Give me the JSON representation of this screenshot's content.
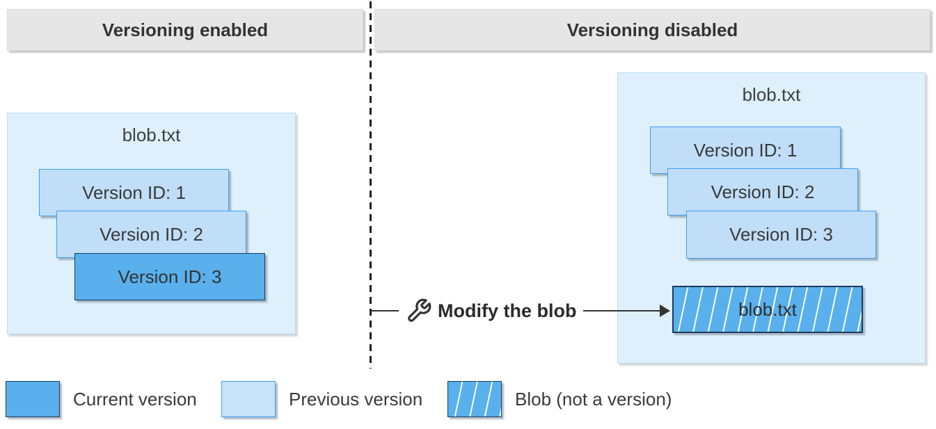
{
  "panels": {
    "left": {
      "header": "Versioning enabled",
      "container_title": "blob.txt",
      "versions": [
        {
          "label": "Version ID: 1",
          "type": "previous"
        },
        {
          "label": "Version ID: 2",
          "type": "previous"
        },
        {
          "label": "Version ID: 3",
          "type": "current"
        }
      ]
    },
    "right": {
      "header": "Versioning disabled",
      "container_title": "blob.txt",
      "versions": [
        {
          "label": "Version ID: 1",
          "type": "previous"
        },
        {
          "label": "Version ID: 2",
          "type": "previous"
        },
        {
          "label": "Version ID: 3",
          "type": "previous"
        }
      ],
      "blob_box_label": "blob.txt"
    }
  },
  "action": {
    "icon": "wrench-icon",
    "label": "Modify the blob",
    "arrow": "arrow-right"
  },
  "legend": [
    {
      "swatch": "current-version-swatch",
      "label": "Current version"
    },
    {
      "swatch": "previous-version-swatch",
      "label": "Previous version"
    },
    {
      "swatch": "blob-not-a-version-swatch",
      "label": "Blob (not a version)"
    }
  ],
  "colors": {
    "current_version_fill": "#59b0ec",
    "previous_version_fill": "#c0def7",
    "container_fill": "#ddf0fb",
    "header_fill": "#e6e6e6",
    "box_border_blue": "#3da0f0",
    "box_border_navy": "#1e3a5f",
    "text": "#3a3a3a"
  }
}
